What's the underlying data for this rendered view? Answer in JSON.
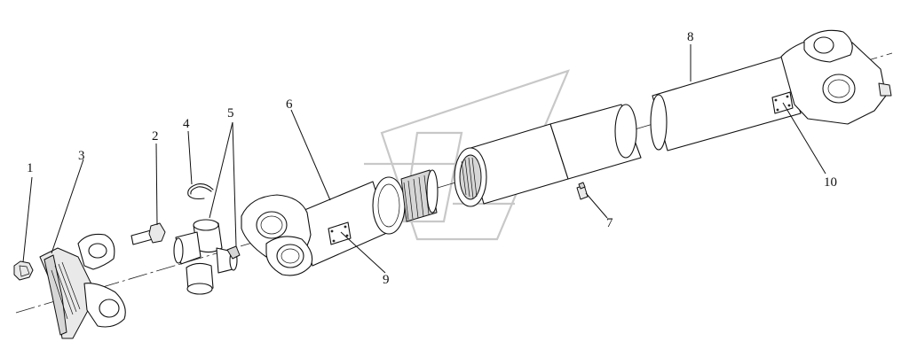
{
  "diagram": {
    "callouts": [
      {
        "id": "1",
        "text": "1"
      },
      {
        "id": "2",
        "text": "2"
      },
      {
        "id": "3",
        "text": "3"
      },
      {
        "id": "4",
        "text": "4"
      },
      {
        "id": "5",
        "text": "5"
      },
      {
        "id": "6",
        "text": "6"
      },
      {
        "id": "7",
        "text": "7"
      },
      {
        "id": "8",
        "text": "8"
      },
      {
        "id": "9",
        "text": "9"
      },
      {
        "id": "10",
        "text": "10"
      }
    ],
    "line_color": "#111111",
    "background": "#ffffff",
    "watermark_color": "#c8c8c8"
  }
}
